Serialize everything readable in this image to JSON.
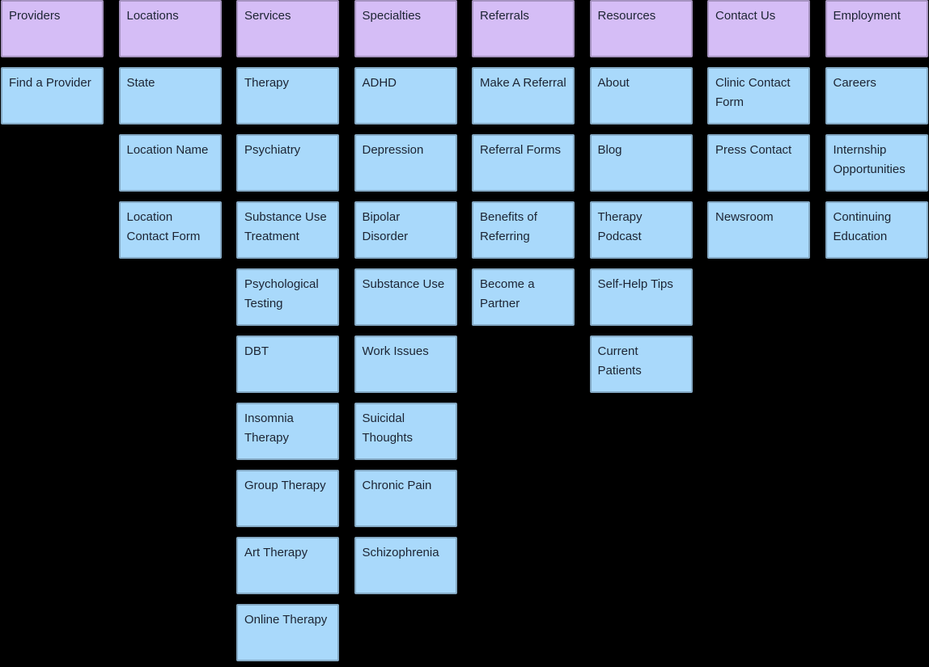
{
  "app": {
    "background_color": "#000000"
  },
  "node_styles": {
    "header_fill": "#d5bdf6",
    "item_fill": "#a9d9fb",
    "text_color": "#1c2433",
    "border_color": "rgba(0,0,0,0.22)"
  },
  "sitemap": {
    "columns": [
      {
        "header": "Providers",
        "items": [
          "Find a Provider"
        ]
      },
      {
        "header": "Locations",
        "items": [
          "State",
          "Location Name",
          "Location Contact Form"
        ]
      },
      {
        "header": "Services",
        "items": [
          "Therapy",
          "Psychiatry",
          "Substance Use Treatment",
          "Psychological Testing",
          "DBT",
          "Insomnia Therapy",
          "Group Therapy",
          "Art Therapy",
          "Online Therapy"
        ]
      },
      {
        "header": "Specialties",
        "items": [
          "ADHD",
          "Depression",
          "Bipolar Disorder",
          "Substance Use",
          "Work Issues",
          "Suicidal Thoughts",
          "Chronic Pain",
          "Schizophrenia"
        ]
      },
      {
        "header": "Referrals",
        "items": [
          "Make A Referral",
          "Referral Forms",
          "Benefits of Referring",
          "Become a Partner"
        ]
      },
      {
        "header": "Resources",
        "items": [
          "About",
          "Blog",
          "Therapy Podcast",
          "Self-Help Tips",
          "Current Patients"
        ]
      },
      {
        "header": "Contact Us",
        "items": [
          "Clinic Contact Form",
          "Press Contact",
          "Newsroom"
        ]
      },
      {
        "header": "Employment",
        "items": [
          "Careers",
          "Internship Opportunities",
          "Continuing Education"
        ]
      }
    ]
  }
}
